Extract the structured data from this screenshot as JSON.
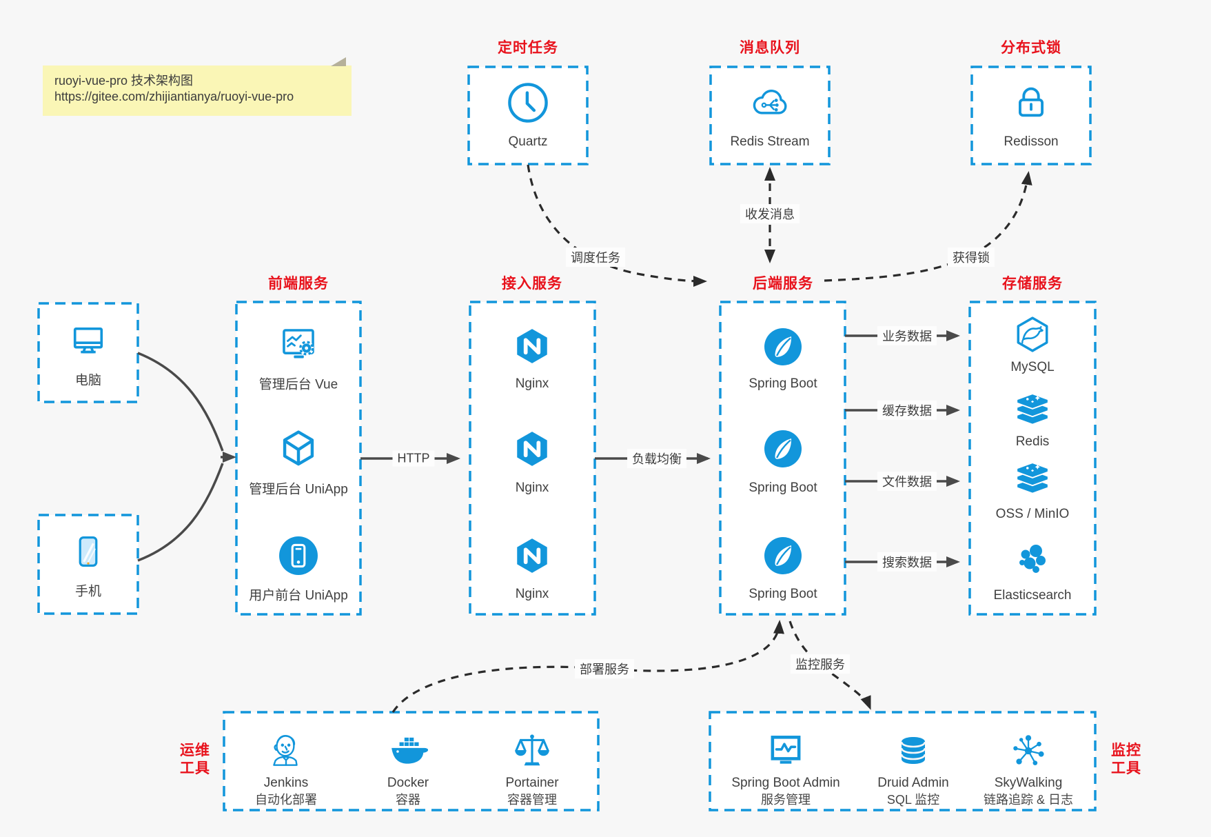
{
  "note": {
    "line1": "ruoyi-vue-pro 技术架构图",
    "line2": "https://gitee.com/zhijiantianya/ruoyi-vue-pro"
  },
  "colors": {
    "accent_blue": "#1296db",
    "accent_red": "#e8121c",
    "solid_arrow_gray": "#4a4a4a",
    "dashed_arrow_black": "#2b2b2b",
    "note_yellow": "#faf6b6",
    "background": "#f7f7f7"
  },
  "top_groups": [
    {
      "title": "定时任务",
      "node": {
        "label": "Quartz",
        "icon": "clock-icon"
      }
    },
    {
      "title": "消息队列",
      "node": {
        "label": "Redis Stream",
        "icon": "cloud-stream-icon"
      }
    },
    {
      "title": "分布式锁",
      "node": {
        "label": "Redisson",
        "icon": "lock-icon"
      }
    }
  ],
  "clients": [
    {
      "label": "电脑",
      "icon": "desktop-icon"
    },
    {
      "label": "手机",
      "icon": "smartphone-icon"
    }
  ],
  "columns": {
    "frontend": {
      "title": "前端服务",
      "items": [
        {
          "label": "管理后台 Vue",
          "icon": "admin-screen-gear-icon"
        },
        {
          "label": "管理后台 UniApp",
          "icon": "uniapp-cube-icon"
        },
        {
          "label": "用户前台 UniApp",
          "icon": "phone-circle-icon"
        }
      ]
    },
    "gateway": {
      "title": "接入服务",
      "items": [
        {
          "label": "Nginx",
          "icon": "nginx-hexagon-icon"
        },
        {
          "label": "Nginx",
          "icon": "nginx-hexagon-icon"
        },
        {
          "label": "Nginx",
          "icon": "nginx-hexagon-icon"
        }
      ]
    },
    "backend": {
      "title": "后端服务",
      "items": [
        {
          "label": "Spring Boot",
          "icon": "spring-leaf-icon"
        },
        {
          "label": "Spring Boot",
          "icon": "spring-leaf-icon"
        },
        {
          "label": "Spring Boot",
          "icon": "spring-leaf-icon"
        }
      ]
    },
    "storage": {
      "title": "存储服务",
      "items": [
        {
          "label": "MySQL",
          "icon": "mysql-dolphin-icon"
        },
        {
          "label": "Redis",
          "icon": "stacked-layers-icon"
        },
        {
          "label": "OSS / MinIO",
          "icon": "stacked-layers-icon"
        },
        {
          "label": "Elasticsearch",
          "icon": "elastic-cluster-icon"
        }
      ]
    }
  },
  "edges": {
    "http": "HTTP",
    "load_balance": "负载均衡",
    "biz_data": "业务数据",
    "cache_data": "缓存数据",
    "file_data": "文件数据",
    "search_data": "搜索数据",
    "schedule": "调度任务",
    "message": "收发消息",
    "lock": "获得锁",
    "deploy": "部署服务",
    "monitor": "监控服务"
  },
  "bottom_groups": [
    {
      "title_lines": [
        "运维",
        "工具"
      ],
      "items": [
        {
          "name": "Jenkins",
          "desc": "自动化部署",
          "icon": "jenkins-icon"
        },
        {
          "name": "Docker",
          "desc": "容器",
          "icon": "docker-whale-icon"
        },
        {
          "name": "Portainer",
          "desc": "容器管理",
          "icon": "scales-icon"
        }
      ]
    },
    {
      "title_lines": [
        "监控",
        "工具"
      ],
      "items": [
        {
          "name": "Spring Boot Admin",
          "desc": "服务管理",
          "icon": "monitor-pulse-icon"
        },
        {
          "name": "Druid Admin",
          "desc": "SQL 监控",
          "icon": "database-cylinder-icon"
        },
        {
          "name": "SkyWalking",
          "desc": "链路追踪 & 日志",
          "icon": "molecule-icon"
        }
      ]
    }
  ]
}
